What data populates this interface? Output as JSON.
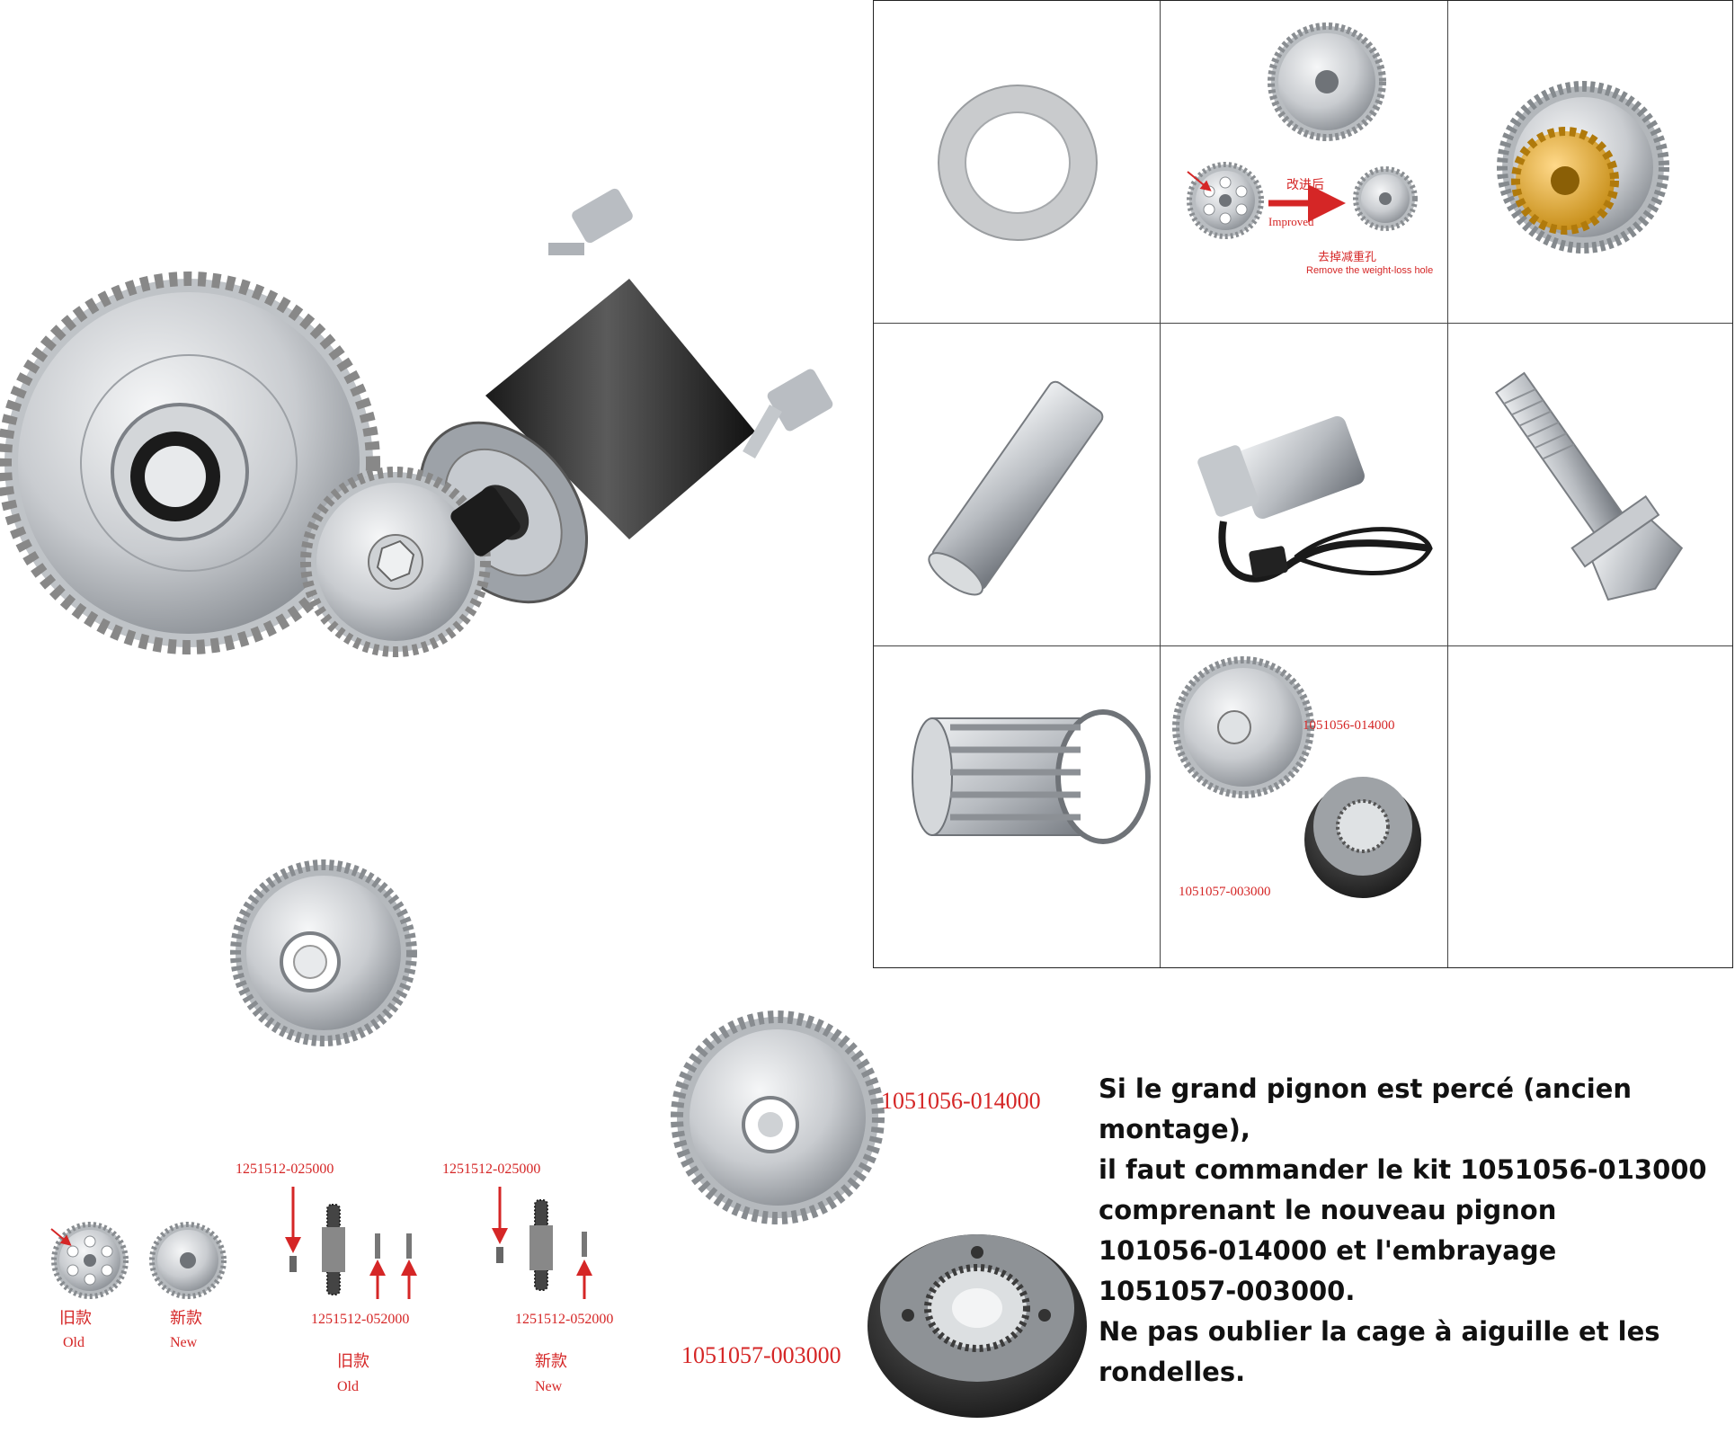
{
  "grid": {
    "row1": {
      "improved_cn": "改进后",
      "improved_en": "Improved",
      "remove_cn": "去掉减重孔",
      "remove_en": "Remove the weight-loss hole"
    },
    "row3": {
      "gear_code": "1051056-014000",
      "clutch_code": "1051057-003000"
    }
  },
  "comparison": {
    "old_cn": "旧款",
    "old_en": "Old",
    "new_cn": "新款",
    "new_en": "New",
    "old_assembly": {
      "top_code": "1251512-025000",
      "bottom_code": "1251512-052000",
      "label_cn": "旧款",
      "label_en": "Old"
    },
    "new_assembly": {
      "top_code": "1251512-025000",
      "bottom_code": "1251512-052000",
      "label_cn": "新款",
      "label_en": "New"
    }
  },
  "kit": {
    "gear_code": "1051056-014000",
    "clutch_code": "1051057-003000"
  },
  "note": {
    "lines": [
      "Si le grand pignon est percé (ancien",
      "montage),",
      "il faut commander le kit 1051056-013000",
      "comprenant le nouveau pignon",
      "101056-014000 et l'embrayage",
      "1051057-003000.",
      "Ne pas oublier la cage à aiguille et les",
      "rondelles."
    ]
  }
}
